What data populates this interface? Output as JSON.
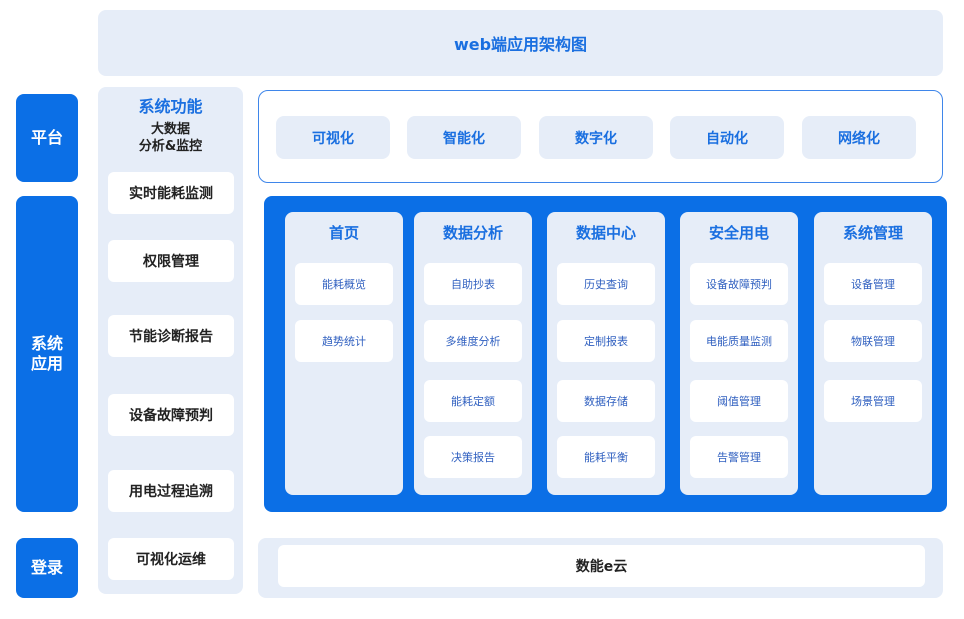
{
  "title": "web端应用架构图",
  "side_labels": {
    "platform": "平台",
    "system_app": "系统\n应用",
    "login": "登录"
  },
  "functions": {
    "title": "系统功能",
    "subtitle": "大数据\n分析&监控",
    "items": [
      "实时能耗监测",
      "权限管理",
      "节能诊断报告",
      "设备故障预判",
      "用电过程追溯",
      "可视化运维"
    ]
  },
  "platform_items": [
    "可视化",
    "智能化",
    "数字化",
    "自动化",
    "网络化"
  ],
  "modules": [
    {
      "title": "首页",
      "items": [
        "能耗概览",
        "趋势统计"
      ]
    },
    {
      "title": "数据分析",
      "items": [
        "自助抄表",
        "多维度分析",
        "能耗定额",
        "决策报告"
      ]
    },
    {
      "title": "数据中心",
      "items": [
        "历史查询",
        "定制报表",
        "数据存储",
        "能耗平衡"
      ]
    },
    {
      "title": "安全用电",
      "items": [
        "设备故障预判",
        "电能质量监测",
        "阈值管理",
        "告警管理"
      ]
    },
    {
      "title": "系统管理",
      "items": [
        "设备管理",
        "物联管理",
        "场景管理"
      ]
    }
  ],
  "login_label": "数能e云",
  "colors": {
    "accent": "#0b6fe6",
    "panel": "#e6edf8",
    "text_blue": "#1a6fe0"
  }
}
